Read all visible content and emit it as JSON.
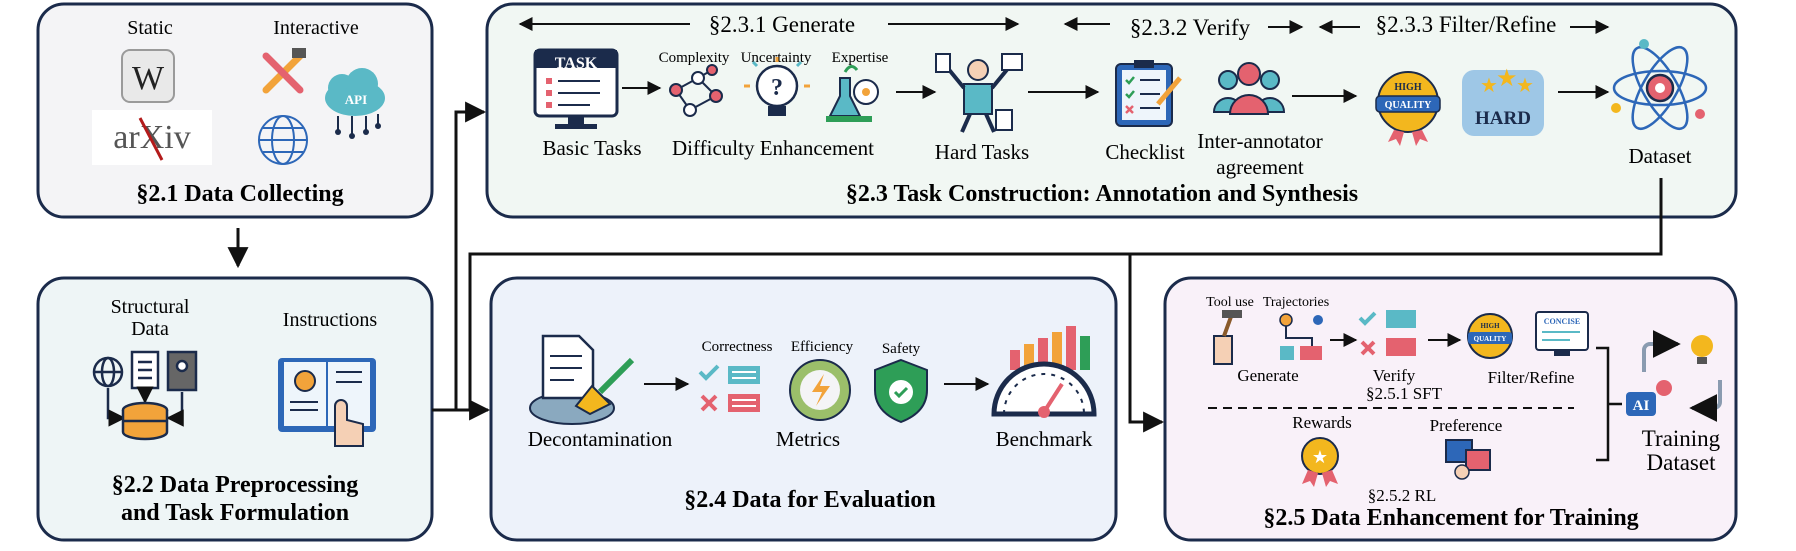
{
  "panels": {
    "collect": {
      "title": "§2.1 Data Collecting",
      "static_label": "Static",
      "interactive_label": "Interactive",
      "wiki_logo": "W",
      "arxiv_logo": "arXiv",
      "api_label": "API"
    },
    "preprocess": {
      "title_line1": "§2.2 Data Preprocessing",
      "title_line2": "and Task Formulation",
      "structural_line1": "Structural",
      "structural_line2": "Data",
      "instructions_label": "Instructions"
    },
    "construction": {
      "title": "§2.3 Task Construction: Annotation and Synthesis",
      "stage_generate": "§2.3.1 Generate",
      "stage_verify": "§2.3.2 Verify",
      "stage_filter": "§2.3.3 Filter/Refine",
      "task_icon_text": "TASK",
      "basic_tasks": "Basic Tasks",
      "complexity": "Complexity",
      "uncertainty": "Uncertainty",
      "expertise": "Expertise",
      "difficulty_enhancement": "Difficulty Enhancement",
      "hard_tasks": "Hard Tasks",
      "checklist": "Checklist",
      "inter_annotator_line1": "Inter-annotator",
      "inter_annotator_line2": "agreement",
      "badge_high": "HIGH",
      "badge_quality": "QUALITY",
      "hard_badge": "HARD",
      "dataset": "Dataset"
    },
    "evaluation": {
      "title": "§2.4 Data for Evaluation",
      "decontamination": "Decontamination",
      "correctness": "Correctness",
      "efficiency": "Efficiency",
      "safety": "Safety",
      "metrics": "Metrics",
      "benchmark": "Benchmark"
    },
    "training": {
      "title": "§2.5 Data Enhancement for Training",
      "tool_use": "Tool use",
      "trajectories": "Trajectories",
      "generate": "Generate",
      "verify": "Verify",
      "filter_refine": "Filter/Refine",
      "concise": "CONCISE",
      "sft": "§2.5.1 SFT",
      "rewards": "Rewards",
      "preference": "Preference",
      "rl": "§2.5.2 RL",
      "ai_label": "AI",
      "training_line1": "Training",
      "training_line2": "Dataset"
    }
  },
  "colors": {
    "panel_border": "#1b2b4b",
    "collect_bg": "#f4f4f6",
    "preprocess_bg": "#eef5f6",
    "construction_bg": "#f1f7f3",
    "evaluation_bg": "#edf2fa",
    "training_bg": "#f9f1f9",
    "teal": "#5ab9c6",
    "red": "#e4626f",
    "orange": "#f2a33a",
    "gold": "#f3b71e"
  }
}
